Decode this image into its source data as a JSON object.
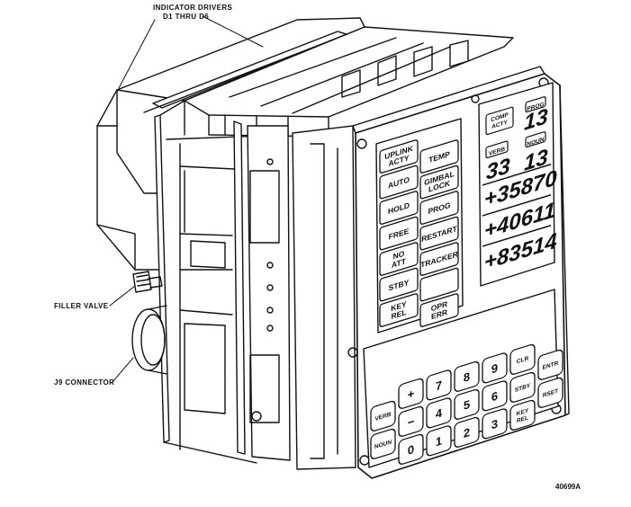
{
  "callouts": {
    "indicator_drivers": "INDICATOR DRIVERS",
    "indicator_range": "D1 THRU D6",
    "filler_valve": "FILLER VALVE",
    "j9_connector": "J9 CONNECTOR"
  },
  "figure_number": "40699A",
  "indicator_lamps": [
    [
      "UPLINK ACTY",
      "TEMP"
    ],
    [
      "AUTO",
      "GIMBAL LOCK"
    ],
    [
      "HOLD",
      "PROG"
    ],
    [
      "FREE",
      "RESTART"
    ],
    [
      "NO ATT",
      "TRACKER"
    ],
    [
      "STBY",
      ""
    ],
    [
      "KEY REL",
      "OPR ERR"
    ]
  ],
  "display": {
    "comp_acty_label": "COMP ACTY",
    "prog_label": "PROG",
    "prog_value": "13",
    "noun_label": "NOUN",
    "noun_value": "13",
    "verb_label": "VERB",
    "verb_value": "33",
    "register1": "+35870",
    "register2": "+40611",
    "register3": "+83514"
  },
  "keypad": {
    "verb": "VERB",
    "noun": "NOUN",
    "plus": "+",
    "minus": "−",
    "zero": "0",
    "one": "1",
    "two": "2",
    "three": "3",
    "four": "4",
    "five": "5",
    "six": "6",
    "seven": "7",
    "eight": "8",
    "nine": "9",
    "clr": "CLR",
    "pro": "STBY",
    "key_rel": "KEY REL",
    "entr": "ENTR",
    "rset": "RSET"
  }
}
